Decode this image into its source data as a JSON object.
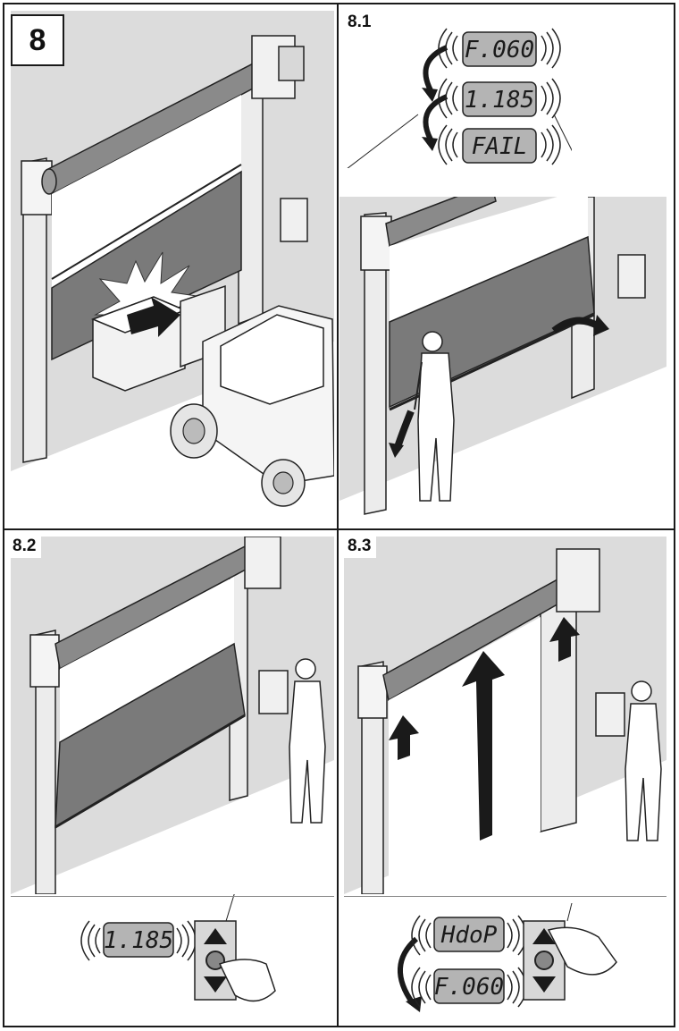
{
  "figure_number": "8",
  "panels": {
    "p81": {
      "label": "8.1",
      "displays": [
        "F.060",
        "1.185",
        "FAIL"
      ]
    },
    "p82": {
      "label": "8.2",
      "display": "1.185"
    },
    "p83": {
      "label": "8.3",
      "displays": [
        "HdoP",
        "F.060"
      ]
    }
  },
  "colors": {
    "background": "#dcdcdc",
    "lcd": "#b4b4b4",
    "curtain": "#6e6e6e",
    "roller": "#8a8a8a",
    "line": "#1a1a1a"
  }
}
